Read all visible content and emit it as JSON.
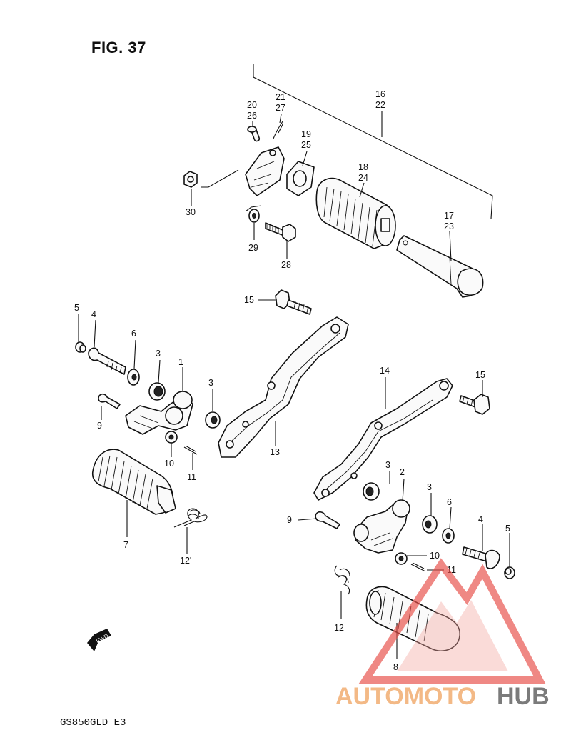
{
  "figure": {
    "title": "FIG. 37",
    "model_code": "GS850GLD E3",
    "fwd_label": "FWD"
  },
  "watermark": {
    "brand_left": "AUTOMOTO",
    "brand_right": "HUB",
    "colors": {
      "accent": "#e8504a",
      "brand_left": "#f2b27a",
      "brand_right": "#6d6d6d"
    }
  },
  "callouts": {
    "c20_26": [
      "20",
      "26"
    ],
    "c21_27": [
      "21",
      "27"
    ],
    "c16_22": [
      "16",
      "22"
    ],
    "c19_25": [
      "19",
      "25"
    ],
    "c18_24": [
      "18",
      "24"
    ],
    "c17_23": [
      "17",
      "23"
    ],
    "c30": "30",
    "c29": "29",
    "c28": "28",
    "c15a": "15",
    "c15b": "15",
    "c5a": "5",
    "c4a": "4",
    "c6a": "6",
    "c3a": "3",
    "c1": "1",
    "c3b": "3",
    "c9a": "9",
    "c10a": "10",
    "c11a": "11",
    "c13": "13",
    "c14": "14",
    "c7": "7",
    "c12a": "12'",
    "c3c": "3",
    "c2": "2",
    "c3d": "3",
    "c6b": "6",
    "c4b": "4",
    "c5b": "5",
    "c9b": "9",
    "c10b": "10",
    "c11b": "11",
    "c12b": "12",
    "c8": "8"
  }
}
